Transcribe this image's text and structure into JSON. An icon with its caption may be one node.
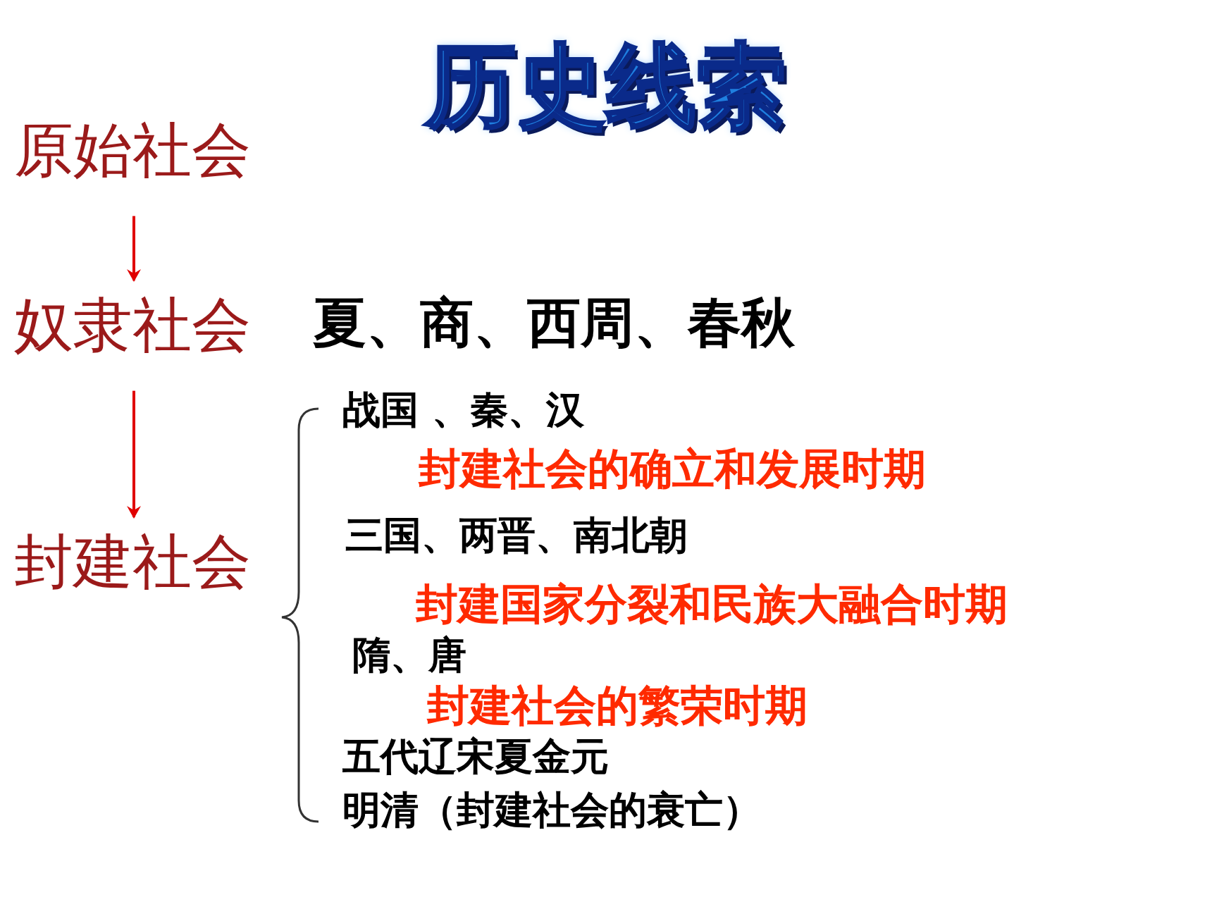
{
  "diagram": {
    "title": "历史线索",
    "nodes": [
      {
        "text": [
          "原始社会"
        ]
      },
      {
        "text": [
          "奴隶社会"
        ]
      },
      {
        "text": [
          "封建社会"
        ]
      }
    ],
    "edges": [
      {
        "from": 0,
        "to": 1,
        "arrow": "to"
      },
      {
        "from": 1,
        "to": 2,
        "arrow": "to"
      }
    ],
    "labels": [
      "夏、商、西周、春秋",
      "战国 、秦、汉",
      "封建社会的确立和发展时期",
      "三国、两晋、南北朝",
      "封建国家分裂和民族大融合时期",
      "隋、唐",
      "封建社会的繁荣时期",
      "五代辽宋夏金元",
      "明清（封建社会的衰亡）"
    ]
  }
}
